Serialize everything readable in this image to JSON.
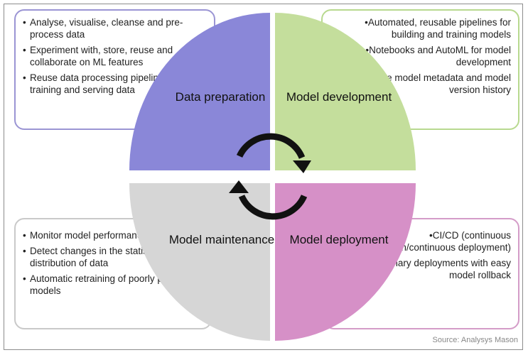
{
  "quadrants": {
    "data_preparation": {
      "label": "Data preparation",
      "color": "#8a87d8",
      "bullets": [
        "Analyse, visualise, cleanse and pre-process data",
        "Experiment with, store, reuse and collaborate on ML features",
        "Reuse data processing pipelines for training and serving data"
      ]
    },
    "model_development": {
      "label": "Model development",
      "color": "#c4de9c",
      "bullets": [
        "Automated, reusable pipelines for building and training models",
        "Notebooks and AutoML for model development",
        "Capture model metadata and model version history"
      ]
    },
    "model_maintenance": {
      "label": "Model maintenance",
      "color": "#d6d6d6",
      "bullets": [
        "Monitor model performance and bias",
        "Detect changes in the statistical distribution of data",
        "Automatic retraining of poorly performing models"
      ]
    },
    "model_deployment": {
      "label": "Model deployment",
      "color": "#d690c7",
      "bullets": [
        "CI/CD (continuous integration/continuous deployment)",
        "A/B or canary deployments with easy model rollback"
      ]
    }
  },
  "source": "Source: Analysys Mason"
}
